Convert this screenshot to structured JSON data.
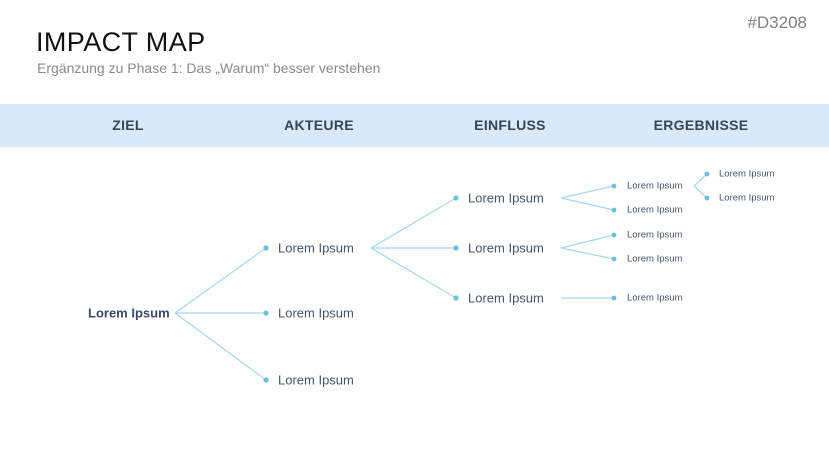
{
  "slide": {
    "title": "IMPACT MAP",
    "subtitle": "Ergänzung zu Phase 1: Das „Warum“ besser verstehen",
    "ref_code": "#D3208"
  },
  "header": {
    "columns": [
      {
        "label": "ZIEL"
      },
      {
        "label": "AKTEURE"
      },
      {
        "label": "EINFLUSS"
      },
      {
        "label": "ERGEBNISSE"
      }
    ]
  },
  "tree": {
    "ziel": {
      "label": "Lorem Ipsum"
    },
    "akteure": [
      {
        "label": "Lorem Ipsum"
      },
      {
        "label": "Lorem Ipsum"
      },
      {
        "label": "Lorem Ipsum"
      }
    ],
    "einfluss": [
      {
        "label": "Lorem Ipsum"
      },
      {
        "label": "Lorem Ipsum"
      },
      {
        "label": "Lorem Ipsum"
      }
    ],
    "ergebnisse": [
      {
        "label": "Lorem Ipsum"
      },
      {
        "label": "Lorem Ipsum"
      },
      {
        "label": "Lorem Ipsum"
      },
      {
        "label": "Lorem Ipsum"
      },
      {
        "label": "Lorem Ipsum"
      }
    ],
    "ergebnisse_sub": [
      {
        "label": "Lorem Ipsum"
      },
      {
        "label": "Lorem Ipsum"
      }
    ]
  },
  "colors": {
    "accent_line": "#A5D8EC",
    "accent_dot": "#6BBFDF",
    "band_bg": "#D9E9F7",
    "header_text": "#33475B",
    "node_text": "#44546A",
    "root_text": "#3B4A63",
    "title_text": "#121212",
    "subtitle_text": "#8A8A8A",
    "ref_text": "#808080"
  }
}
